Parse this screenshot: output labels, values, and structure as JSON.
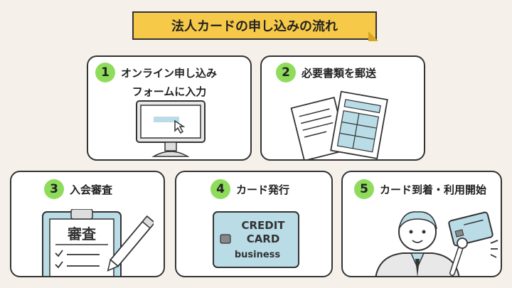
{
  "title": "法人カードの申し込みの流れ",
  "steps": [
    {
      "num": "1",
      "line1": "オンライン申し込み",
      "line2": "フォームに入力",
      "icon": "computer-monitor-icon"
    },
    {
      "num": "2",
      "line1": "必要書類を郵送",
      "icon": "documents-icon"
    },
    {
      "num": "3",
      "line1": "入会審査",
      "icon": "clipboard-review-icon",
      "stamp": "審査"
    },
    {
      "num": "4",
      "line1": "カード発行",
      "icon": "credit-card-icon",
      "card_text": {
        "line1": "CREDIT",
        "line2": "CARD",
        "line3": "business"
      }
    },
    {
      "num": "5",
      "line1": "カード到着・利用開始",
      "icon": "person-with-card-icon"
    }
  ],
  "colors": {
    "background": "#f5f1ea",
    "banner": "#f7c948",
    "number_badge": "#8fdc5c",
    "accent_blue": "#b9dce6"
  }
}
